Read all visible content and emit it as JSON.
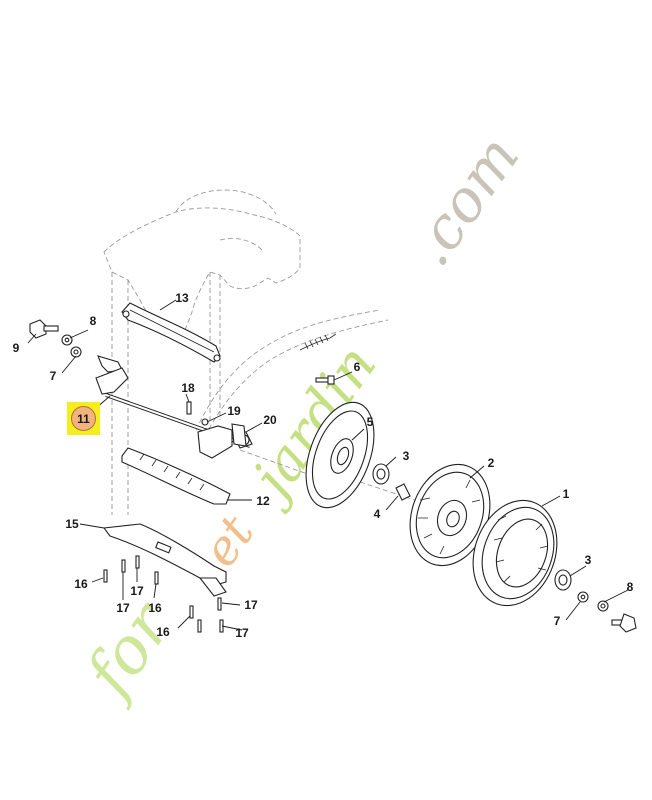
{
  "watermark": {
    "part1": "for",
    "part2": "et",
    "part3": "jardin",
    "part4": ".com",
    "color_green": "#c5e082",
    "color_orange": "#f2bf8a",
    "color_gray": "#c9c3b8"
  },
  "highlight": {
    "label": "11",
    "box_color": "#f5ee1e",
    "circle_color": "#f3b37e"
  },
  "callouts": {
    "c1": "1",
    "c2": "2",
    "c3a": "3",
    "c3b": "3",
    "c4": "4",
    "c5": "5",
    "c6": "6",
    "c7a": "7",
    "c7b": "7",
    "c8a": "8",
    "c8b": "8",
    "c9": "9",
    "c12": "12",
    "c13": "13",
    "c15": "15",
    "c16a": "16",
    "c16b": "16",
    "c16c": "16",
    "c17a": "17",
    "c17b": "17",
    "c17c": "17",
    "c17d": "17",
    "c18": "18",
    "c19": "19",
    "c20": "20"
  }
}
